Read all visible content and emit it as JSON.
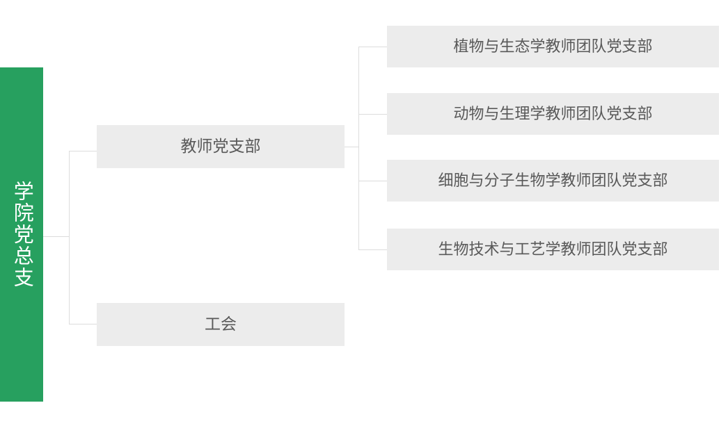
{
  "chart_data": {
    "type": "diagram",
    "title": "",
    "orientation": "left-to-right",
    "root": {
      "label": "学院党总支",
      "color": "#27a05f",
      "text_color": "#ffffff",
      "orientation": "vertical"
    },
    "node_style": {
      "fill": "#ececec",
      "text_color": "#595959",
      "connector_color": "#dcdcdc"
    },
    "nodes": [
      {
        "id": "teacher",
        "label": "教师党支部",
        "level": 2,
        "children": [
          "plant",
          "animal",
          "cell",
          "biotech"
        ]
      },
      {
        "id": "union",
        "label": "工会",
        "level": 2,
        "children": []
      },
      {
        "id": "plant",
        "label": "植物与生态学教师团队党支部",
        "level": 3,
        "children": []
      },
      {
        "id": "animal",
        "label": "动物与生理学教师团队党支部",
        "level": 3,
        "children": []
      },
      {
        "id": "cell",
        "label": "细胞与分子生物学教师团队党支部",
        "level": 3,
        "children": []
      },
      {
        "id": "biotech",
        "label": "生物技术与工艺学教师团队党支部",
        "level": 3,
        "children": []
      }
    ]
  },
  "root": {
    "label": "学院党总支"
  },
  "level2": {
    "teacher": "教师党支部",
    "union": "工会"
  },
  "level3": {
    "plant": "植物与生态学教师团队党支部",
    "animal": "动物与生理学教师团队党支部",
    "cell": "细胞与分子生物学教师团队党支部",
    "biotech": "生物技术与工艺学教师团队党支部"
  }
}
